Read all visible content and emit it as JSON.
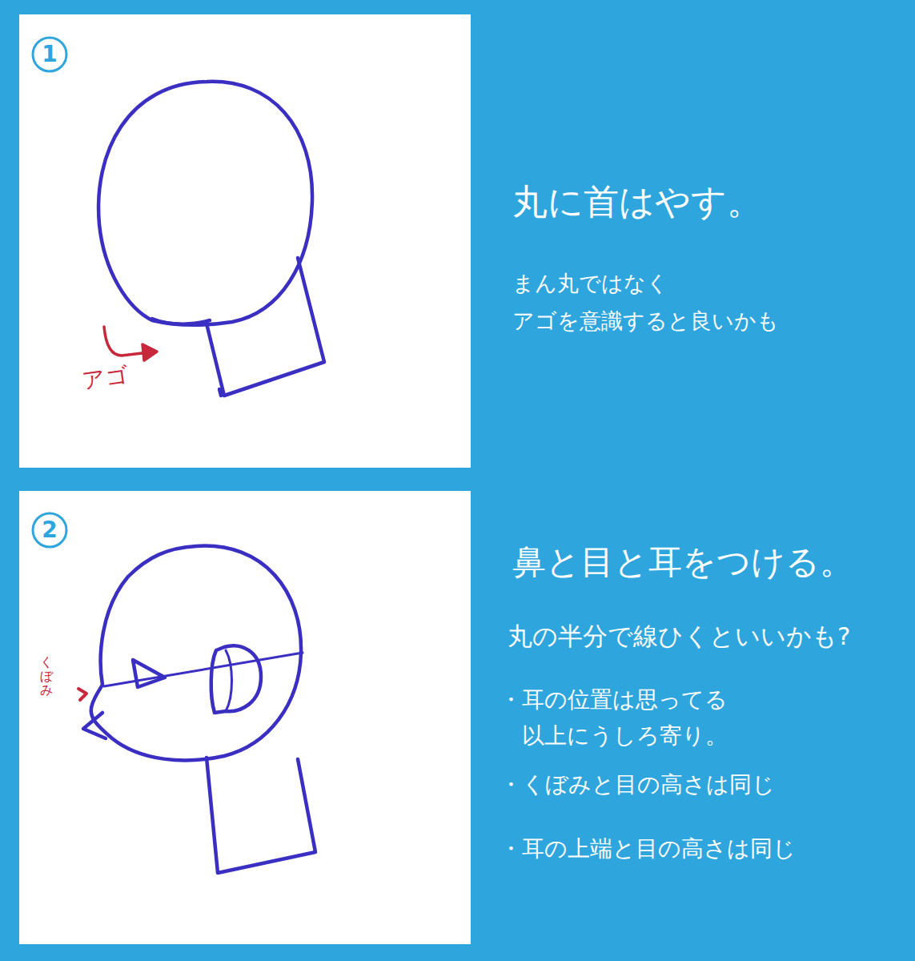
{
  "diagram": {
    "labels": [
      "1",
      "アゴ",
      "丸に首はやす。",
      "まん丸ではなく アゴを意識すると良いかも",
      "2",
      "くぼみ",
      "鼻と目と耳をつける。",
      "丸の半分で線ひくといいかも?",
      "・耳の位置は思ってる 以上にうしろ寄り。",
      "・くぼみと目の高さは同じ",
      "・耳の上端と目の高さは同じ"
    ]
  }
}
